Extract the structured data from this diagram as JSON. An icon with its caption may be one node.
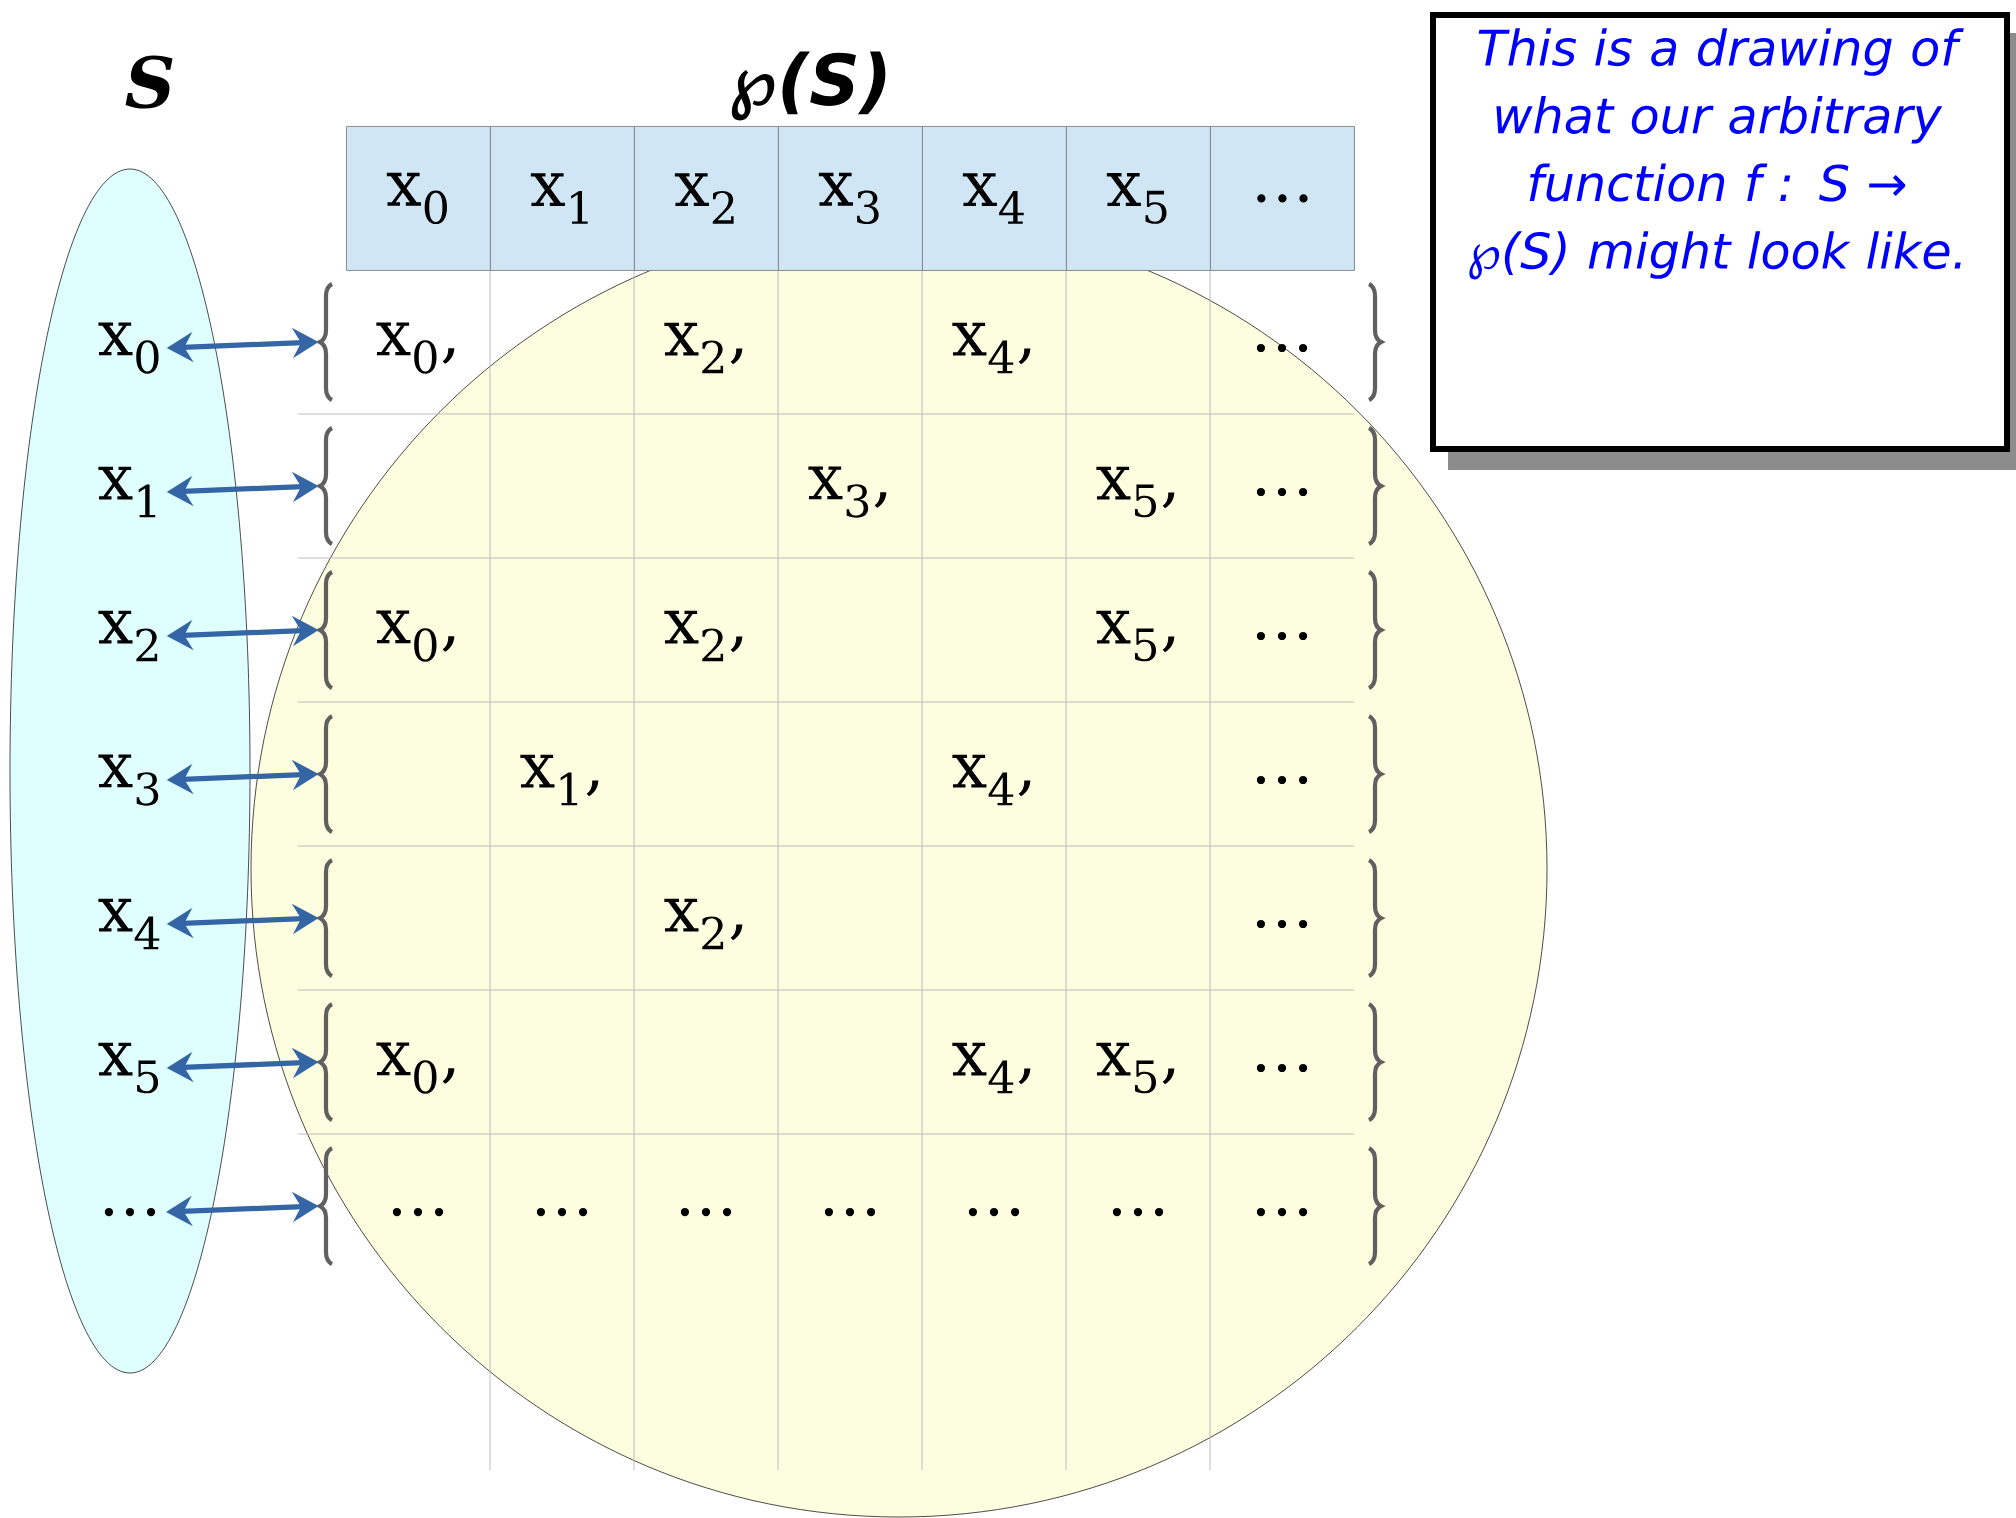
{
  "diagram": {
    "nodes": [
      {
        "text": [
          "S"
        ]
      },
      {
        "text": [
          "x$_{0}$"
        ],
        "in": 0
      },
      {
        "text": [
          "x$_{1}$"
        ],
        "in": 0
      },
      {
        "text": [
          "x$_{2}$"
        ],
        "in": 0
      },
      {
        "text": [
          "x$_{3}$"
        ],
        "in": 0
      },
      {
        "text": [
          "x$_{4}$"
        ],
        "in": 0
      },
      {
        "text": [
          "x$_{5}$"
        ],
        "in": 0
      },
      {
        "text": [
          "…"
        ],
        "in": 0
      },
      {
        "text": [
          "x$_{0}$,",
          "x$_{2}$,",
          "x$_{4}$,",
          "…"
        ]
      },
      {
        "text": [
          "x$_{3}$,",
          "x$_{5}$,",
          "…"
        ]
      },
      {
        "text": [
          "x$_{0}$,",
          "x$_{2}$,",
          "x$_{5}$,",
          "…"
        ]
      },
      {
        "text": [
          "x$_{1}$,",
          "x$_{4}$,",
          "…"
        ]
      },
      {
        "text": [
          "x$_{2}$,",
          "…"
        ]
      },
      {
        "text": [
          "x$_{0}$,",
          "x$_{4}$,",
          "x$_{5}$,",
          "…"
        ]
      },
      {
        "text": [
          "…",
          "…",
          "…",
          "…",
          "…",
          "…",
          "…"
        ]
      },
      {
        "text": [
          "This is a drawing of what our arbitrary function f : S → ℘(S) might look like."
        ]
      }
    ],
    "edges": [
      {
        "from": 1,
        "to": 8,
        "arrow": "both"
      },
      {
        "from": 2,
        "to": 9,
        "arrow": "both"
      },
      {
        "from": 3,
        "to": 10,
        "arrow": "both"
      },
      {
        "from": 4,
        "to": 11,
        "arrow": "both"
      },
      {
        "from": 5,
        "to": 12,
        "arrow": "both"
      },
      {
        "from": 6,
        "to": 13,
        "arrow": "both"
      },
      {
        "from": 7,
        "to": 14,
        "arrow": "both"
      }
    ],
    "labels": [
      "℘(S)",
      "x$_{0}$",
      "x$_{1}$",
      "x$_{2}$",
      "x$_{3}$",
      "x$_{4}$",
      "x$_{5}$",
      "…"
    ]
  }
}
